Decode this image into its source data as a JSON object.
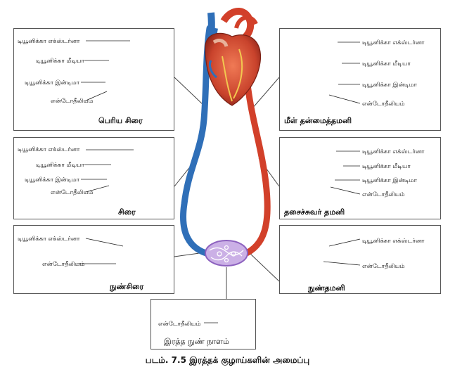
{
  "caption": "படம். 7.5 இரத்தக் குழாய்களின் அமைப்பு",
  "panels": {
    "large_vein": {
      "title": "பெரிய சிரை",
      "labels": [
        "டியூனிக்கா எக்ஸ்டர்னா",
        "டியூனிக்கா மீடியா",
        "டியூனிக்கா இன்டிமா",
        "என்டோதீலியம்"
      ]
    },
    "main_artery": {
      "title": "மீள் தன்மைத்தமனி",
      "labels": [
        "டியூனிக்கா எக்ஸ்டர்னா",
        "டியூனிக்கா மீடியா",
        "டியூனிக்கா இன்டிமா",
        "என்டோதீலியம்"
      ]
    },
    "vein": {
      "title": "சிரை",
      "labels": [
        "டியூனிக்கா எக்ஸ்டர்னா",
        "டியூனிக்கா மீடியா",
        "டியூனிக்கா இன்டிமா",
        "என்டோதீலியம்"
      ]
    },
    "muscular_artery": {
      "title": "தசைச்சுவர் தமனி",
      "labels": [
        "டியூனிக்கா எக்ஸ்டர்னா",
        "டியூனிக்கா மீடியா",
        "டியூனிக்கா இன்டிமா",
        "என்டோதீலியம்"
      ]
    },
    "venule": {
      "title": "நுண்சிரை",
      "labels": [
        "டியூனிக்கா எக்ஸ்டர்னா",
        "என்டோதீலியம்"
      ]
    },
    "arteriole": {
      "title": "நுண்தமனி",
      "labels": [
        "டியூனிக்கா எக்ஸ்டர்னா",
        "என்டோதீலியம்"
      ]
    },
    "capillary": {
      "title": "இரத்த நுண் நாளம்",
      "labels": [
        "என்டோதீலியம்"
      ]
    }
  },
  "colors": {
    "vein_blue": "#2f6fb8",
    "artery_red": "#d2402a",
    "capillary_purple": "#b48ad6",
    "externa_tan": "#e3b36a",
    "media_red": "#d84b3a",
    "intima_gray": "#b7c3cf"
  }
}
